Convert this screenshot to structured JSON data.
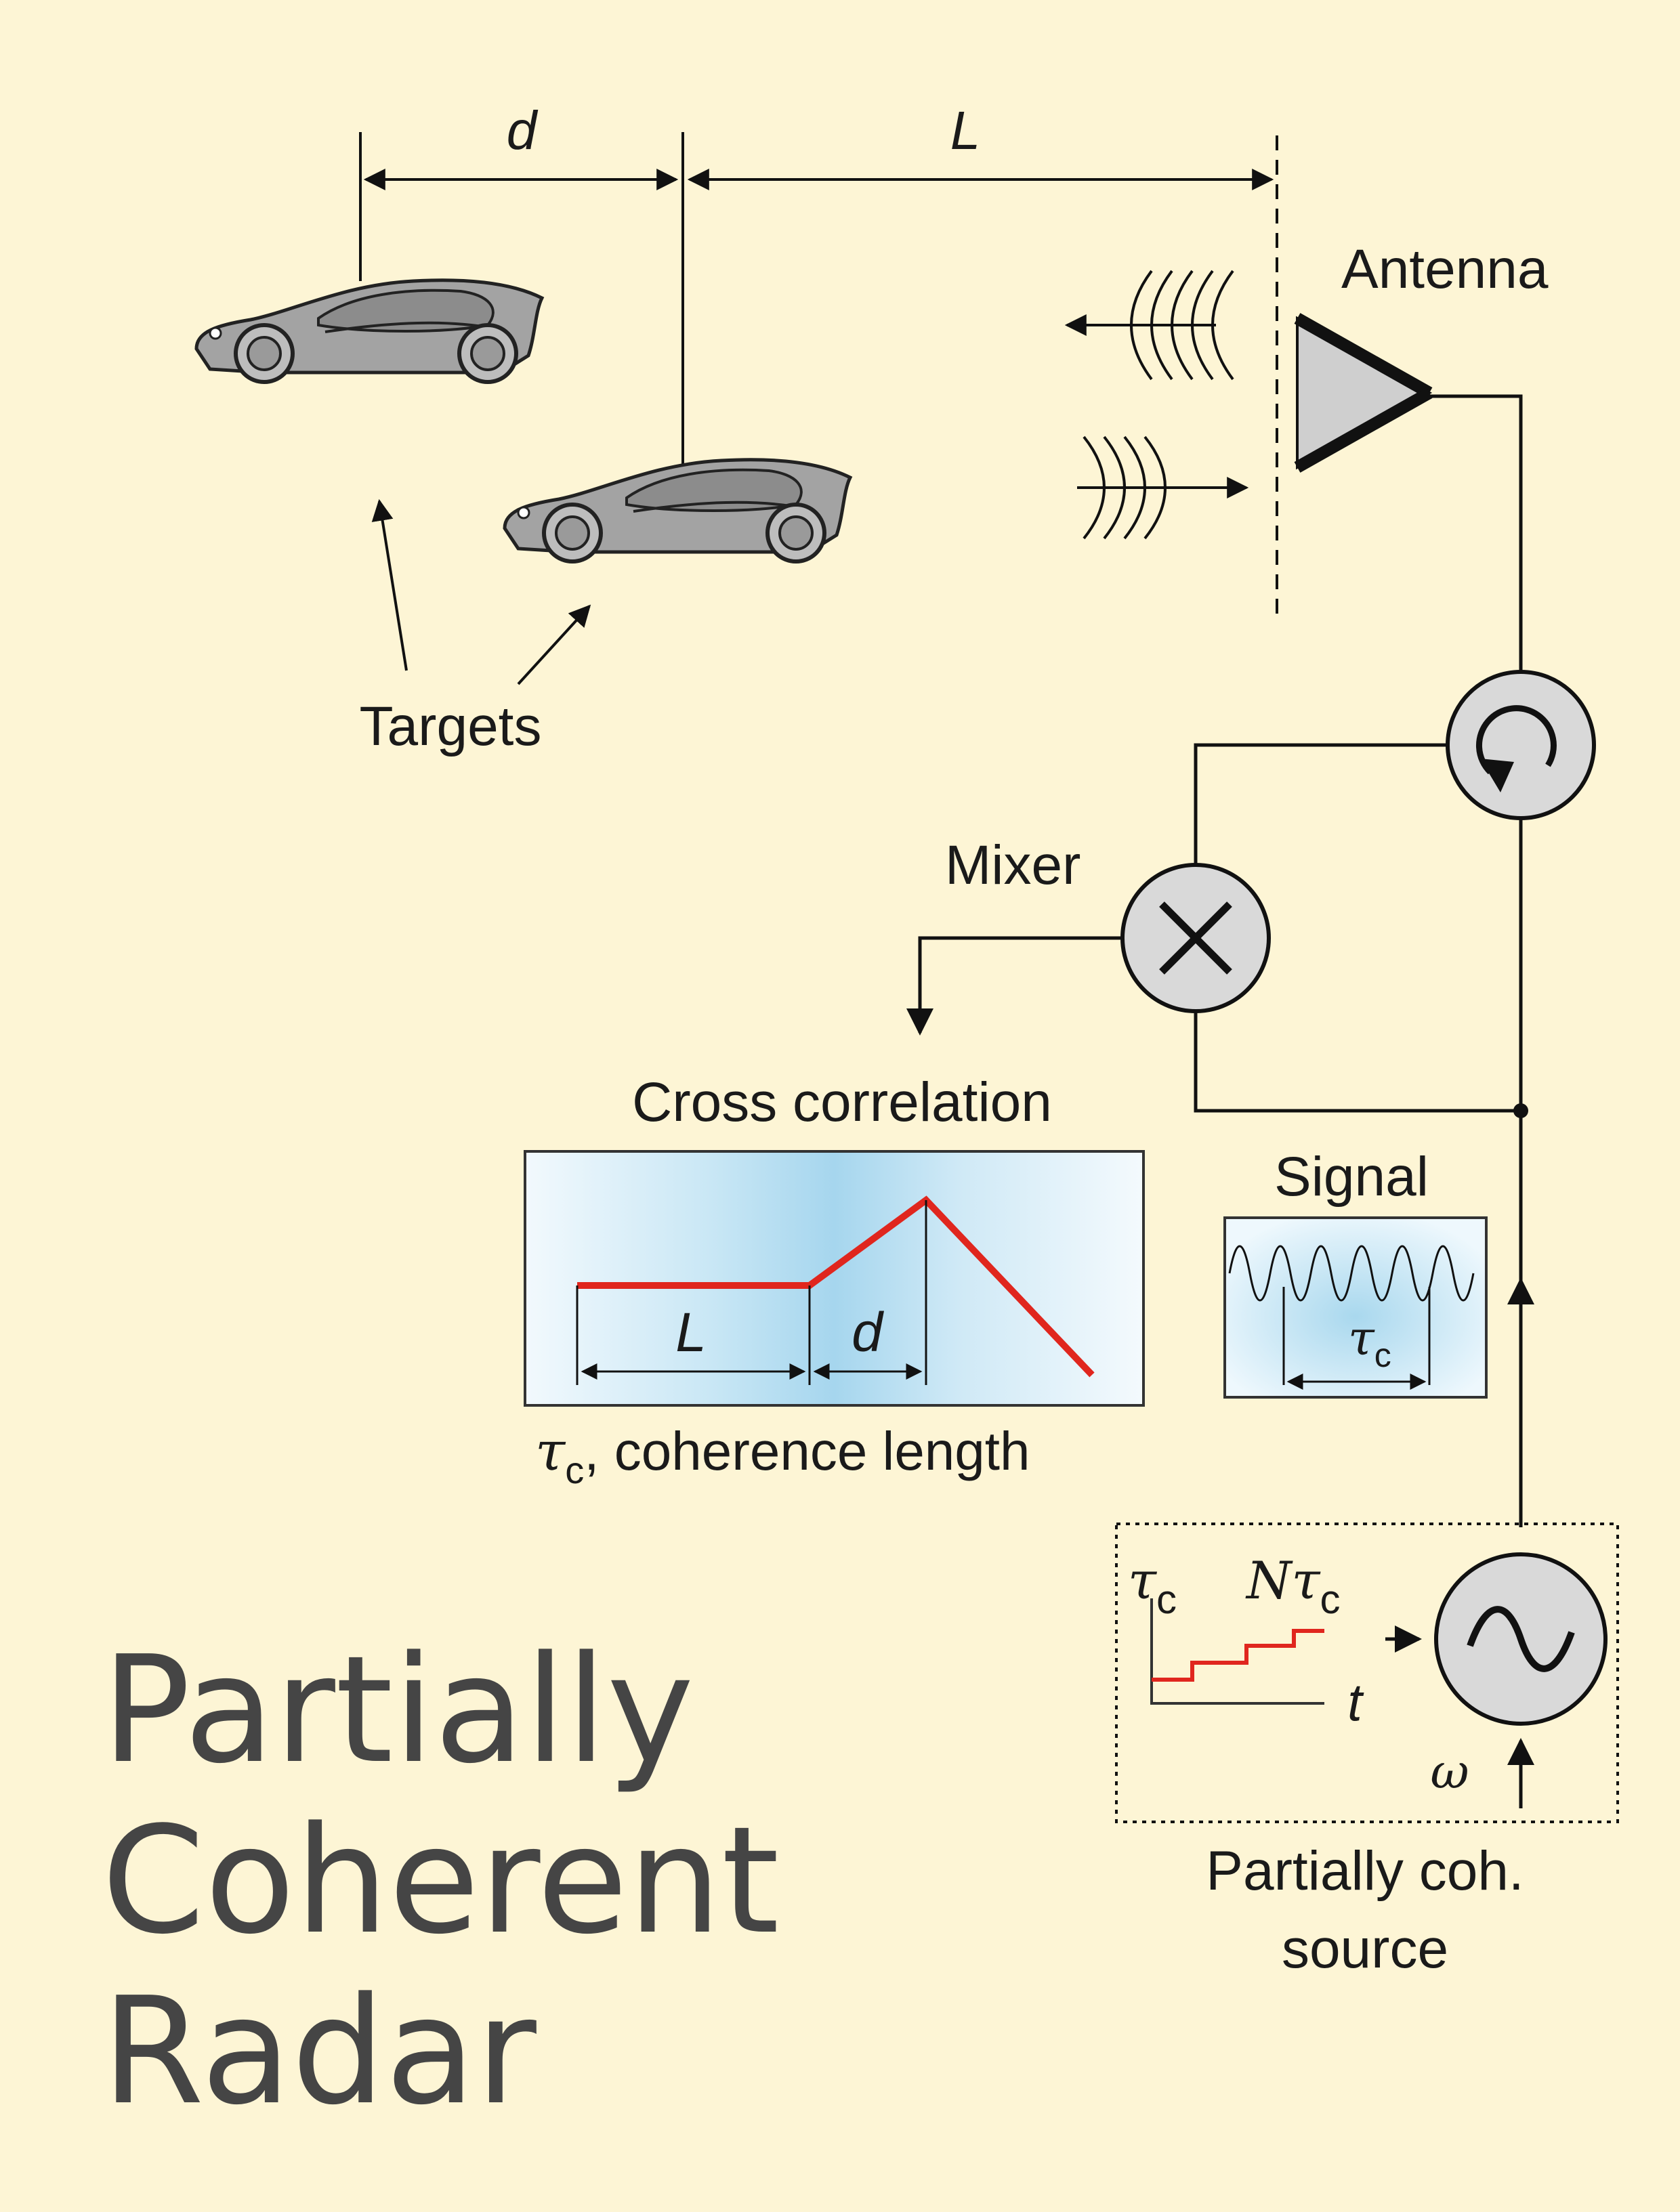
{
  "title": {
    "line1": "Partially",
    "line2": "Coherent",
    "line3": "Radar"
  },
  "labels": {
    "d_top": "d",
    "L_top": "L",
    "antenna": "Antenna",
    "targets": "Targets",
    "mixer": "Mixer",
    "cross_correlation": "Cross correlation",
    "coherence_tau": "τ",
    "coherence_sub": "c",
    "coherence_text": ", coherence length",
    "signal": "Signal",
    "signal_tau": "τ",
    "signal_sub": "c",
    "cc_L": "L",
    "cc_d": "d",
    "source_tau": "τ",
    "source_tau_sub": "c",
    "source_N": "Nτ",
    "source_N_sub": "c",
    "source_t": "t",
    "source_omega": "ω",
    "source_line1": "Partially coh.",
    "source_line2": "source"
  },
  "colors": {
    "background": "#fdf5d5",
    "correlation_line": "#e0261e",
    "panel_blue": "#a9d8ee",
    "component_fill": "#d9d9d9",
    "title_gray": "#454545"
  },
  "icons": [
    "car-icon",
    "car-icon",
    "antenna-icon",
    "circulator-icon",
    "mixer-icon",
    "oscillator-icon",
    "wave-emitted-icon",
    "wave-received-icon"
  ]
}
